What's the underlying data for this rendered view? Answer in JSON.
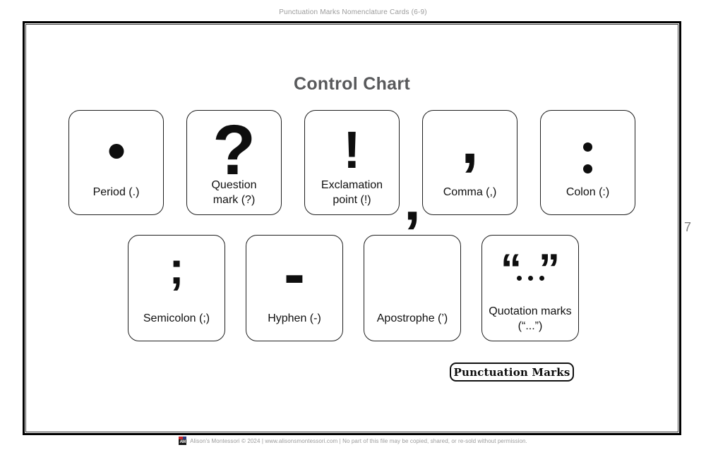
{
  "page": {
    "header": "Punctuation Marks Nomenclature Cards (6-9)",
    "title": "Control Chart",
    "page_number": "7",
    "footer_text": "Alison's Montessori © 2024 | www.alisonsmontessori.com | No part of this file may be copied, shared, or re-sold without permission.",
    "logo_text": "AM"
  },
  "cards": [
    {
      "id": "period",
      "symbol": ".",
      "label": "Period (.)"
    },
    {
      "id": "question",
      "symbol": "?",
      "label": "Question\nmark (?)"
    },
    {
      "id": "exclamation",
      "symbol": "!",
      "label": "Exclamation\npoint (!)"
    },
    {
      "id": "comma",
      "symbol": ",",
      "label": "Comma (,)"
    },
    {
      "id": "colon",
      "symbol": ":",
      "label": "Colon (:)"
    },
    {
      "id": "semicolon",
      "symbol": ";",
      "label": "Semicolon (;)"
    },
    {
      "id": "hyphen",
      "symbol": "-",
      "label": "Hyphen (-)"
    },
    {
      "id": "apostrophe",
      "symbol": "’",
      "label": "Apostrophe (’)"
    },
    {
      "id": "quotation",
      "symbol": "“...”",
      "symbol_open": "“",
      "symbol_close": "”",
      "label": "Quotation marks\n(“...”)"
    }
  ],
  "plate": {
    "text": "Punctuation Marks"
  },
  "colors": {
    "ink": "#111111",
    "title_gray": "#58595b",
    "header_gray": "#9b9b9b",
    "logo_red": "#c6262b",
    "logo_blue": "#2a3a7c"
  }
}
